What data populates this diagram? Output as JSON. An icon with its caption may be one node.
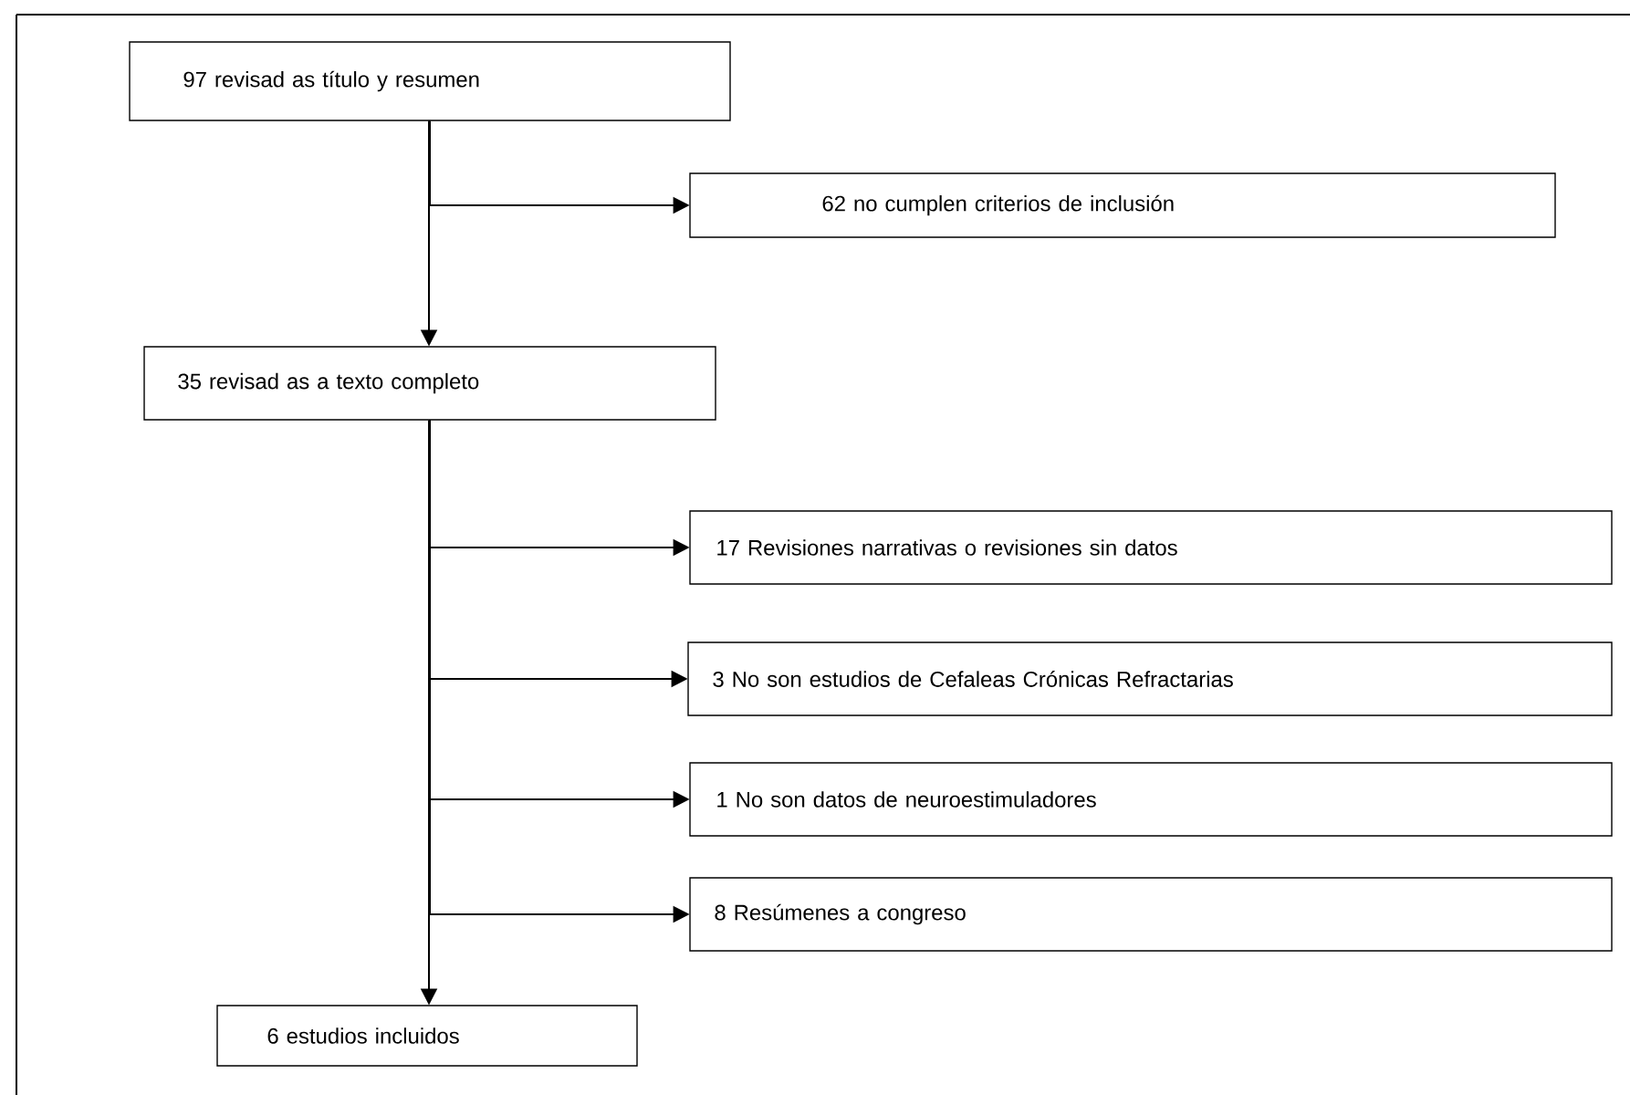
{
  "diagram": {
    "nodes": [
      {
        "text": [
          "97 revisad as título y resumen"
        ]
      },
      {
        "text": [
          "62 no cumplen criterios de inclusión"
        ]
      },
      {
        "text": [
          "35 revisad as a texto completo"
        ]
      },
      {
        "text": [
          "17 Revisiones narrativas o revisiones sin datos"
        ]
      },
      {
        "text": [
          "3 No son estudios de Cefaleas Crónicas Refractarias"
        ]
      },
      {
        "text": [
          "1 No son datos de neuroestimuladores"
        ]
      },
      {
        "text": [
          "8 Resúmenes a congreso"
        ]
      },
      {
        "text": [
          "6 estudios incluidos"
        ]
      }
    ],
    "edges": [
      {
        "from": 0,
        "to": 1,
        "arrow": "to"
      },
      {
        "from": 0,
        "to": 2,
        "arrow": "to"
      },
      {
        "from": 2,
        "to": 3,
        "arrow": "to"
      },
      {
        "from": 2,
        "to": 4,
        "arrow": "to"
      },
      {
        "from": 2,
        "to": 5,
        "arrow": "to"
      },
      {
        "from": 2,
        "to": 6,
        "arrow": "to"
      },
      {
        "from": 2,
        "to": 7,
        "arrow": "to"
      }
    ]
  }
}
